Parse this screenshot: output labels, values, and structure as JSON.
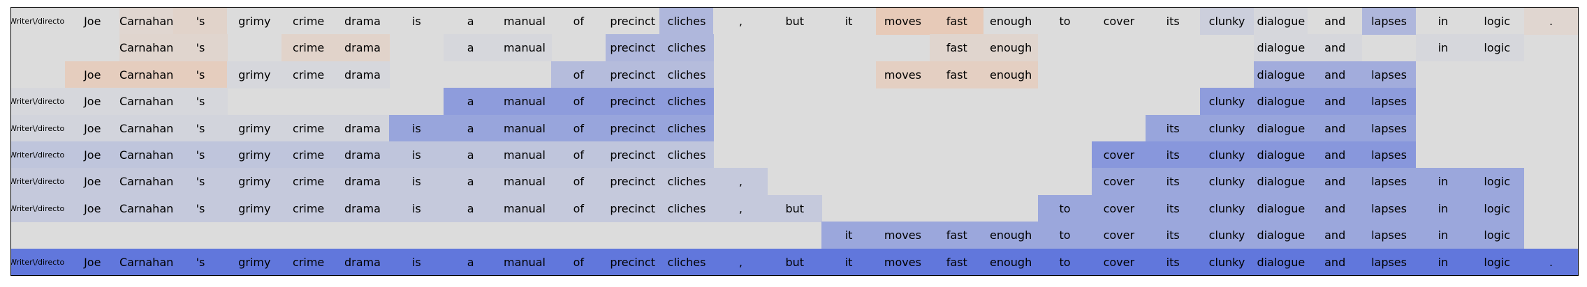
{
  "chart_data": {
    "type": "heatmap",
    "title": "",
    "xlabel": "",
    "ylabel": "",
    "tokens": [
      "Writer\\/director",
      "Joe",
      "Carnahan",
      "'s",
      "grimy",
      "crime",
      "drama",
      "is",
      "a",
      "manual",
      "of",
      "precinct",
      "cliches",
      ",",
      "but",
      "it",
      "moves",
      "fast",
      "enough",
      "to",
      "cover",
      "its",
      "clunky",
      "dialogue",
      "and",
      "lapses",
      "in",
      "logic",
      "."
    ],
    "colorscale": {
      "neutral": "#dcdcdc",
      "negative": "#e8c8b4",
      "positive": "#5a72dc"
    },
    "rows": [
      {
        "present": [
          1,
          1,
          1,
          1,
          1,
          1,
          1,
          1,
          1,
          1,
          1,
          1,
          1,
          1,
          1,
          1,
          1,
          1,
          1,
          1,
          1,
          1,
          1,
          1,
          1,
          1,
          1,
          1,
          1
        ],
        "values": [
          0,
          0,
          -0.1,
          -0.15,
          0,
          0,
          0,
          0,
          0,
          0,
          0,
          0,
          0.35,
          0,
          0,
          0,
          -0.3,
          -0.3,
          0,
          0,
          0,
          0,
          0.12,
          0.05,
          0,
          0.35,
          0,
          0,
          -0.1
        ]
      },
      {
        "present": [
          0,
          0,
          1,
          1,
          0,
          1,
          1,
          0,
          1,
          1,
          0,
          1,
          1,
          0,
          0,
          0,
          0,
          1,
          1,
          0,
          0,
          0,
          0,
          1,
          1,
          0,
          1,
          1,
          0
        ],
        "values": [
          0,
          0,
          -0.12,
          -0.12,
          0,
          -0.15,
          -0.15,
          0,
          0.05,
          0.05,
          0,
          0.35,
          0.35,
          0,
          0,
          0,
          0,
          -0.12,
          -0.12,
          0,
          0,
          0,
          0,
          0.05,
          0.05,
          0,
          0.05,
          0.05,
          0
        ]
      },
      {
        "present": [
          0,
          1,
          1,
          1,
          1,
          1,
          1,
          0,
          0,
          0,
          1,
          1,
          1,
          0,
          0,
          0,
          1,
          1,
          1,
          0,
          0,
          0,
          0,
          1,
          1,
          1,
          0,
          0,
          0
        ],
        "values": [
          0,
          -0.25,
          -0.25,
          -0.25,
          0.05,
          0.05,
          0.05,
          0,
          0,
          0,
          0.3,
          0.3,
          0.3,
          0,
          0,
          0,
          -0.22,
          -0.22,
          -0.22,
          0,
          0,
          0,
          0,
          0.45,
          0.45,
          0.45,
          0,
          0,
          0
        ]
      },
      {
        "present": [
          1,
          1,
          1,
          1,
          0,
          0,
          0,
          0,
          1,
          1,
          1,
          1,
          1,
          0,
          0,
          0,
          0,
          0,
          0,
          0,
          0,
          0,
          1,
          1,
          1,
          1,
          0,
          0,
          0
        ],
        "values": [
          0.05,
          0.05,
          0.05,
          0.05,
          0,
          0,
          0,
          0,
          0.6,
          0.6,
          0.6,
          0.6,
          0.6,
          0,
          0,
          0,
          0,
          0,
          0,
          0,
          0,
          0,
          0.6,
          0.6,
          0.6,
          0.6,
          0,
          0,
          0
        ]
      },
      {
        "present": [
          1,
          1,
          1,
          1,
          1,
          1,
          1,
          1,
          1,
          1,
          1,
          1,
          1,
          0,
          0,
          0,
          0,
          0,
          0,
          0,
          0,
          1,
          1,
          1,
          1,
          1,
          0,
          0,
          0
        ],
        "values": [
          0.08,
          0.08,
          0.08,
          0.08,
          0.08,
          0.08,
          0.08,
          0.52,
          0.52,
          0.52,
          0.52,
          0.52,
          0.52,
          0,
          0,
          0,
          0,
          0,
          0,
          0,
          0,
          0.52,
          0.52,
          0.52,
          0.52,
          0.52,
          0,
          0,
          0
        ]
      },
      {
        "present": [
          1,
          1,
          1,
          1,
          1,
          1,
          1,
          1,
          1,
          1,
          1,
          1,
          1,
          0,
          0,
          0,
          0,
          0,
          0,
          0,
          1,
          1,
          1,
          1,
          1,
          1,
          0,
          0,
          0
        ],
        "values": [
          0.22,
          0.22,
          0.22,
          0.22,
          0.22,
          0.22,
          0.22,
          0.22,
          0.22,
          0.22,
          0.22,
          0.22,
          0.22,
          0,
          0,
          0,
          0,
          0,
          0,
          0,
          0.65,
          0.65,
          0.65,
          0.65,
          0.65,
          0.65,
          0,
          0,
          0
        ]
      },
      {
        "present": [
          1,
          1,
          1,
          1,
          1,
          1,
          1,
          1,
          1,
          1,
          1,
          1,
          1,
          1,
          0,
          0,
          0,
          0,
          0,
          0,
          1,
          1,
          1,
          1,
          1,
          1,
          1,
          1,
          0
        ],
        "values": [
          0.18,
          0.18,
          0.18,
          0.18,
          0.18,
          0.18,
          0.18,
          0.18,
          0.18,
          0.18,
          0.18,
          0.18,
          0.18,
          0.18,
          0,
          0,
          0,
          0,
          0,
          0,
          0.5,
          0.5,
          0.5,
          0.5,
          0.5,
          0.5,
          0.5,
          0.5,
          0
        ]
      },
      {
        "present": [
          1,
          1,
          1,
          1,
          1,
          1,
          1,
          1,
          1,
          1,
          1,
          1,
          1,
          1,
          1,
          0,
          0,
          0,
          0,
          1,
          1,
          1,
          1,
          1,
          1,
          1,
          1,
          1,
          0
        ],
        "values": [
          0.18,
          0.18,
          0.18,
          0.18,
          0.18,
          0.18,
          0.18,
          0.18,
          0.18,
          0.18,
          0.18,
          0.18,
          0.18,
          0.18,
          0.18,
          0,
          0,
          0,
          0,
          0.5,
          0.5,
          0.5,
          0.5,
          0.5,
          0.5,
          0.5,
          0.5,
          0.5,
          0
        ]
      },
      {
        "present": [
          0,
          0,
          0,
          0,
          0,
          0,
          0,
          0,
          0,
          0,
          0,
          0,
          0,
          0,
          0,
          1,
          1,
          1,
          1,
          1,
          1,
          1,
          1,
          1,
          1,
          1,
          1,
          1,
          0
        ],
        "values": [
          0,
          0,
          0,
          0,
          0,
          0,
          0,
          0,
          0,
          0,
          0,
          0,
          0,
          0,
          0,
          0.5,
          0.5,
          0.5,
          0.5,
          0.5,
          0.5,
          0.5,
          0.5,
          0.5,
          0.5,
          0.5,
          0.5,
          0.5,
          0
        ]
      },
      {
        "present": [
          1,
          1,
          1,
          1,
          1,
          1,
          1,
          1,
          1,
          1,
          1,
          1,
          1,
          1,
          1,
          1,
          1,
          1,
          1,
          1,
          1,
          1,
          1,
          1,
          1,
          1,
          1,
          1,
          1
        ],
        "values": [
          0.95,
          0.95,
          0.95,
          0.95,
          0.95,
          0.95,
          0.95,
          0.95,
          0.95,
          0.95,
          0.95,
          0.95,
          0.95,
          0.95,
          0.95,
          0.95,
          0.95,
          0.95,
          0.95,
          0.95,
          0.95,
          0.95,
          0.95,
          0.95,
          0.95,
          0.95,
          0.95,
          0.95,
          0.95
        ]
      }
    ]
  }
}
